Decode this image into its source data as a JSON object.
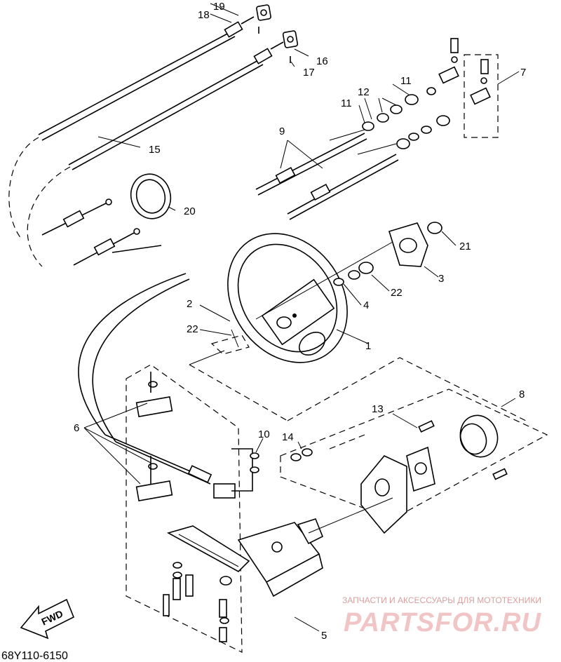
{
  "diagram": {
    "callouts": [
      "1",
      "2",
      "3",
      "4",
      "5",
      "6",
      "7",
      "8",
      "9",
      "10",
      "11",
      "11",
      "12",
      "13",
      "14",
      "15",
      "16",
      "17",
      "18",
      "19",
      "20",
      "21",
      "22",
      "22"
    ],
    "part_code": "68Y110-6150",
    "fwd_label": "FWD"
  },
  "watermark": {
    "line1": "ЗАПЧАСТИ И АКСЕССУАРЫ ДЛЯ МОТОТЕХНИКИ",
    "logo": "PARTSFOR.RU"
  }
}
